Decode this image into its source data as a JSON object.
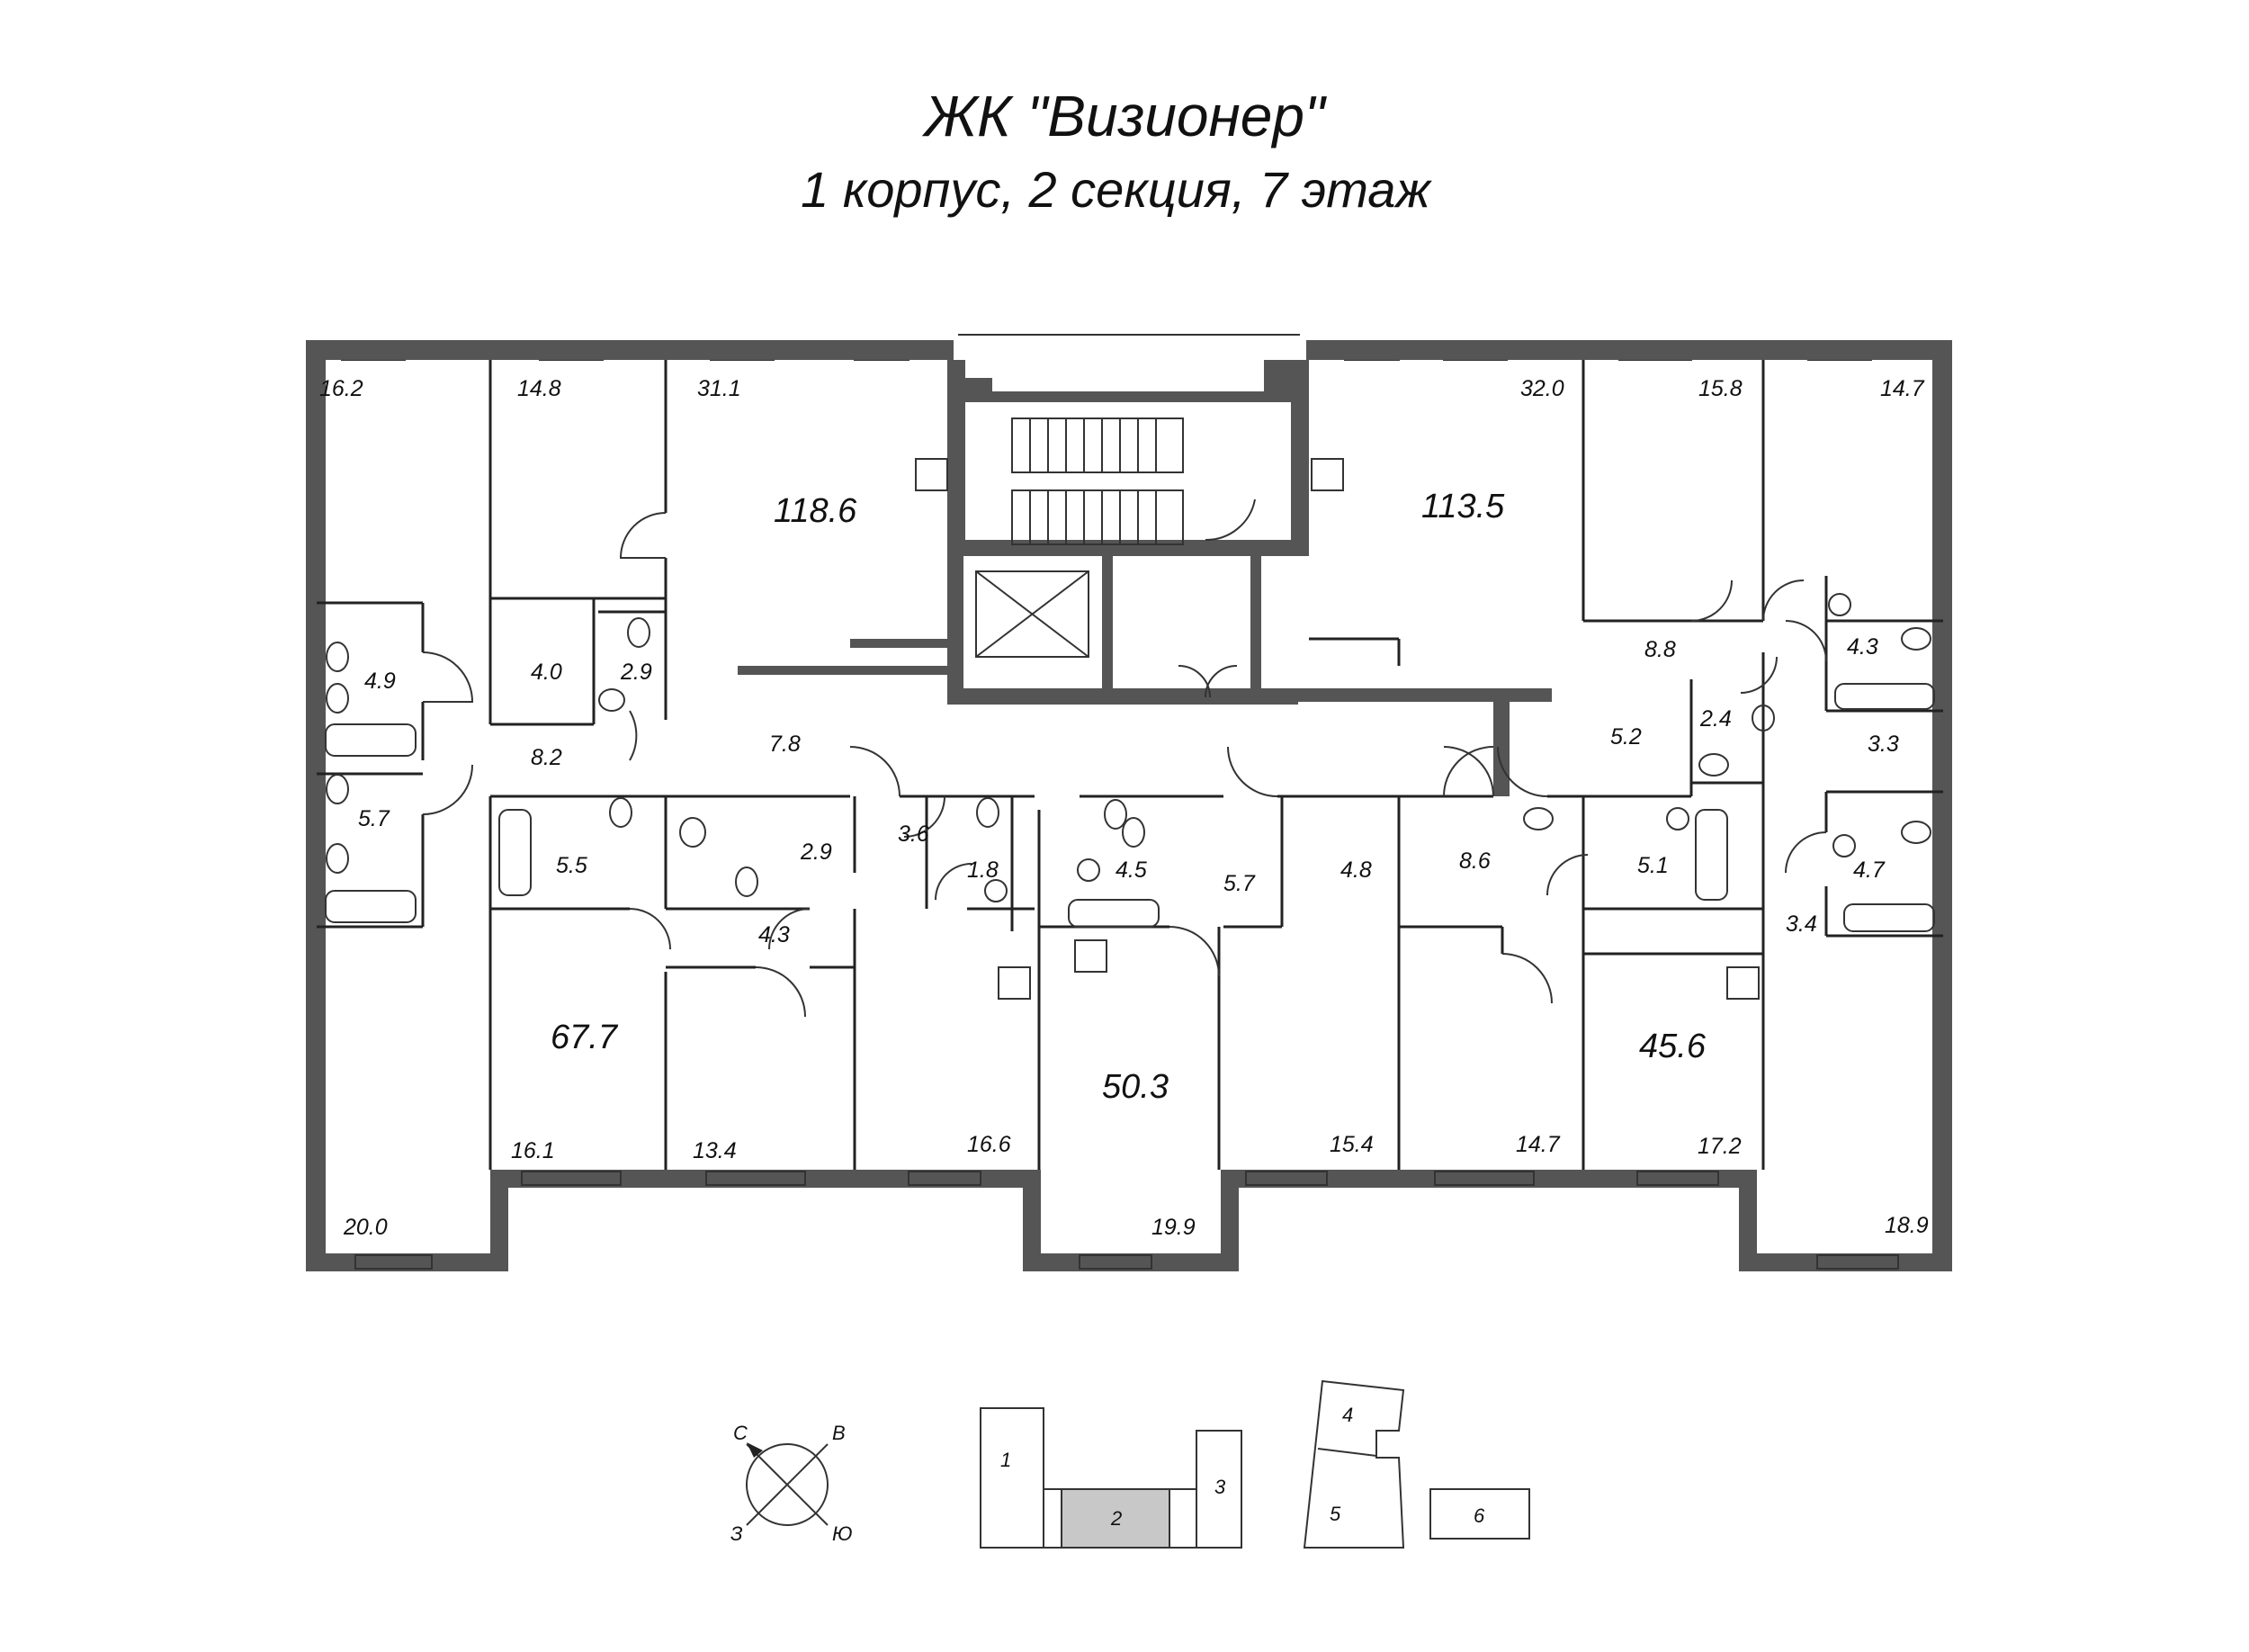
{
  "header": {
    "title": "ЖК \"Визионер\"",
    "subtitle": "1 корпус, 2 секция, 7 этаж"
  },
  "apartments": {
    "a118": {
      "total": "118.6",
      "r1": "16.2",
      "r2": "14.8",
      "living": "31.1",
      "bath1": "4.9",
      "storage": "4.0",
      "wc": "2.9",
      "hall": "8.2",
      "corridor": "7.8",
      "bath2": "5.7",
      "bed": "20.0"
    },
    "a113": {
      "total": "113.5",
      "living": "32.0",
      "r1": "15.8",
      "r2": "14.7",
      "hall": "8.8",
      "corridor": "5.2",
      "wc": "2.4",
      "bath1": "4.3",
      "closet": "3.3",
      "bath2": "4.7",
      "hall2": "3.4",
      "bed": "18.9"
    },
    "a67": {
      "total": "67.7",
      "bath": "5.5",
      "hall": "4.3",
      "wc": "2.9",
      "r1": "16.1",
      "r2": "13.4",
      "kitchen": "16.6",
      "hall2": "3.6",
      "wc2": "1.8"
    },
    "a50": {
      "total": "50.3",
      "bath": "4.5",
      "hall": "5.7",
      "storage": "4.8",
      "kitchen": "19.9",
      "room": "15.4"
    },
    "a45": {
      "total": "45.6",
      "hall": "8.6",
      "bath": "5.1",
      "room": "14.7",
      "kitchen": "17.2"
    }
  },
  "compass": {
    "n": "С",
    "e": "В",
    "s": "Ю",
    "w": "З"
  },
  "keyplan": {
    "s1": "1",
    "s2": "2",
    "s3": "3",
    "s4": "4",
    "s5": "5",
    "s6": "6",
    "highlight": "2",
    "highlight_color": "#c8c8c8"
  }
}
